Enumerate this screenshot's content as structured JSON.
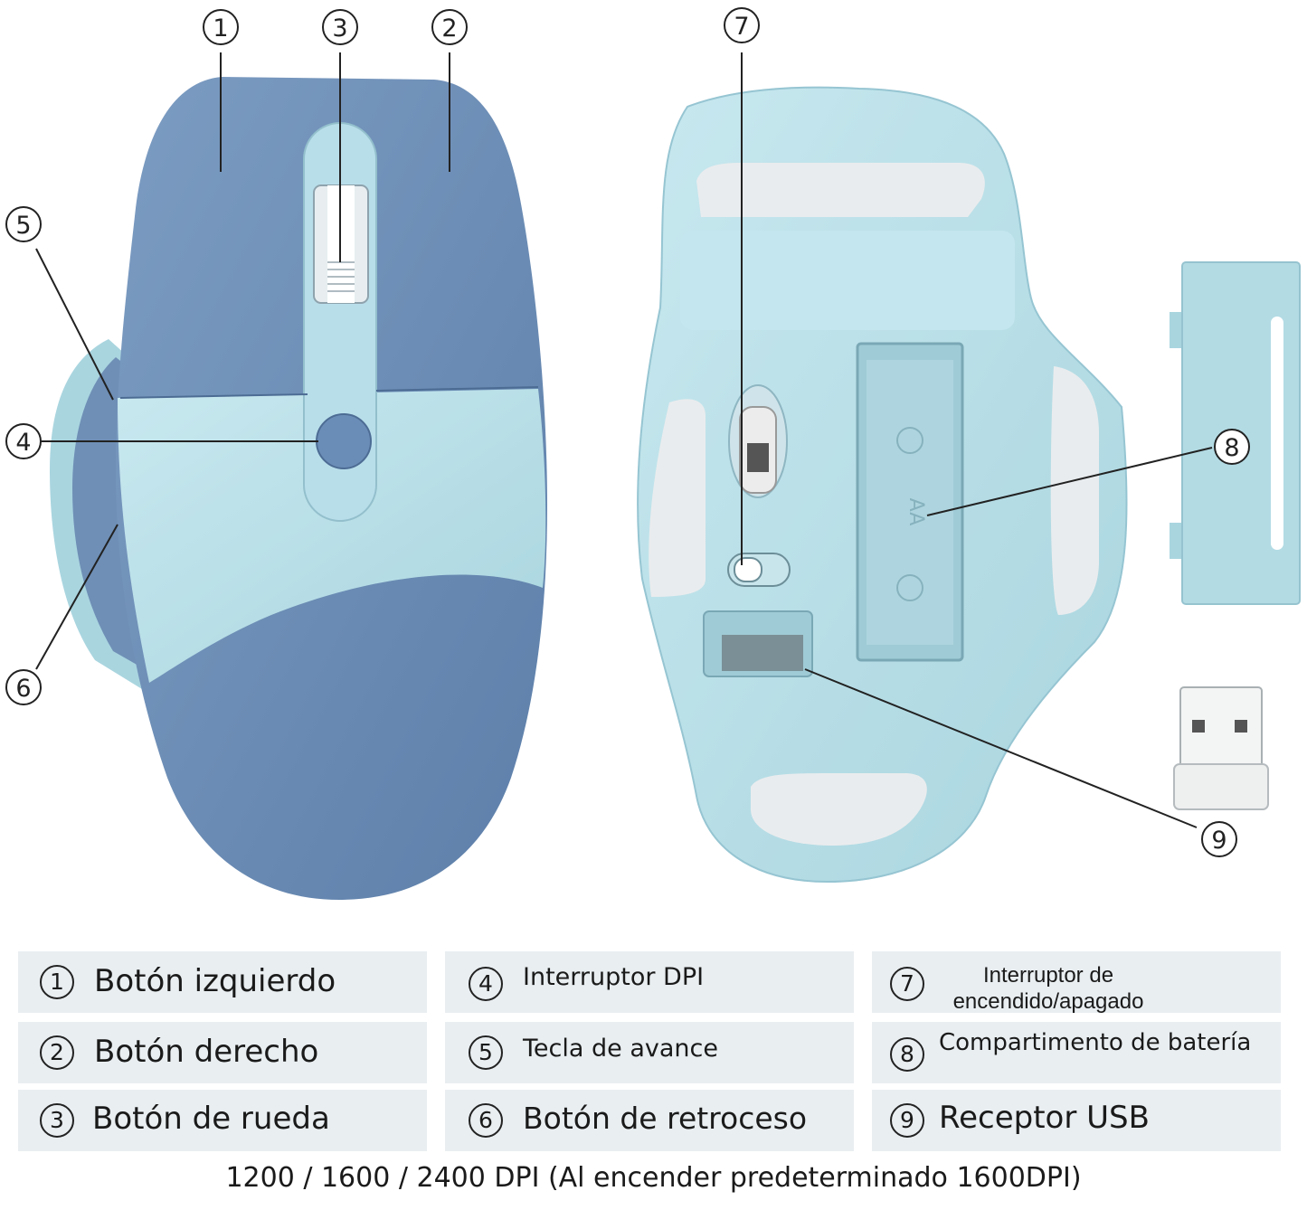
{
  "callouts": [
    "1",
    "2",
    "3",
    "4",
    "5",
    "6",
    "7",
    "8",
    "9"
  ],
  "legend": [
    {
      "num": "1",
      "label": "Botón izquierdo"
    },
    {
      "num": "2",
      "label": "Botón derecho"
    },
    {
      "num": "3",
      "label": "Botón de rueda"
    },
    {
      "num": "4",
      "label": "Interruptor DPI"
    },
    {
      "num": "5",
      "label": "Tecla de avance"
    },
    {
      "num": "6",
      "label": "Botón de retroceso"
    },
    {
      "num": "7",
      "label_line1": "Interruptor de",
      "label_line2": "encendido/apagado"
    },
    {
      "num": "8",
      "label": "Compartimento de batería"
    },
    {
      "num": "9",
      "label": "Receptor USB"
    }
  ],
  "battery_mark": "AA",
  "footer": "1200 / 1600 / 2400 DPI (Al encender predeterminado 1600DPI)",
  "colors": {
    "dark_blue": "#6f8fb6",
    "light_blue": "#b9dfe8",
    "cell_bg": "#e9eef1"
  }
}
